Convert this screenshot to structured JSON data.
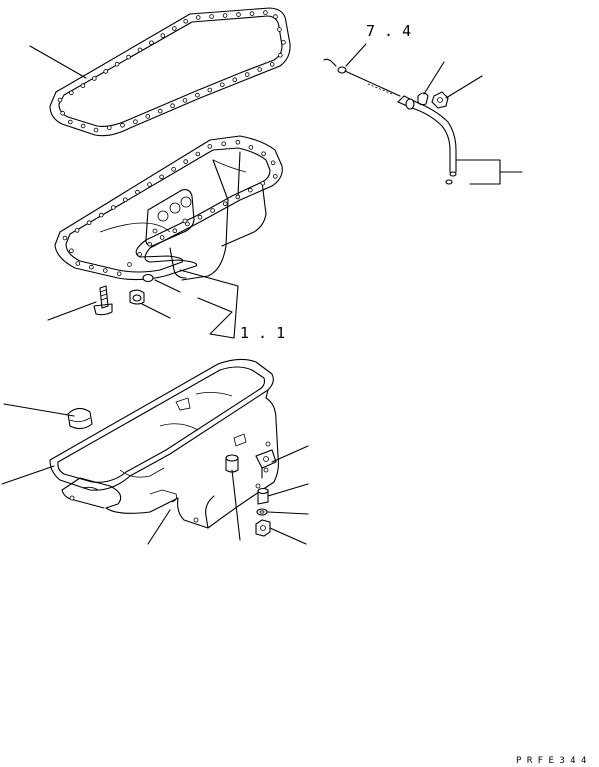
{
  "references": {
    "dipstick_ref": "7 . 4",
    "drain_ref": "1 . 1"
  },
  "drawing_code": "P R F E 3 4 4"
}
